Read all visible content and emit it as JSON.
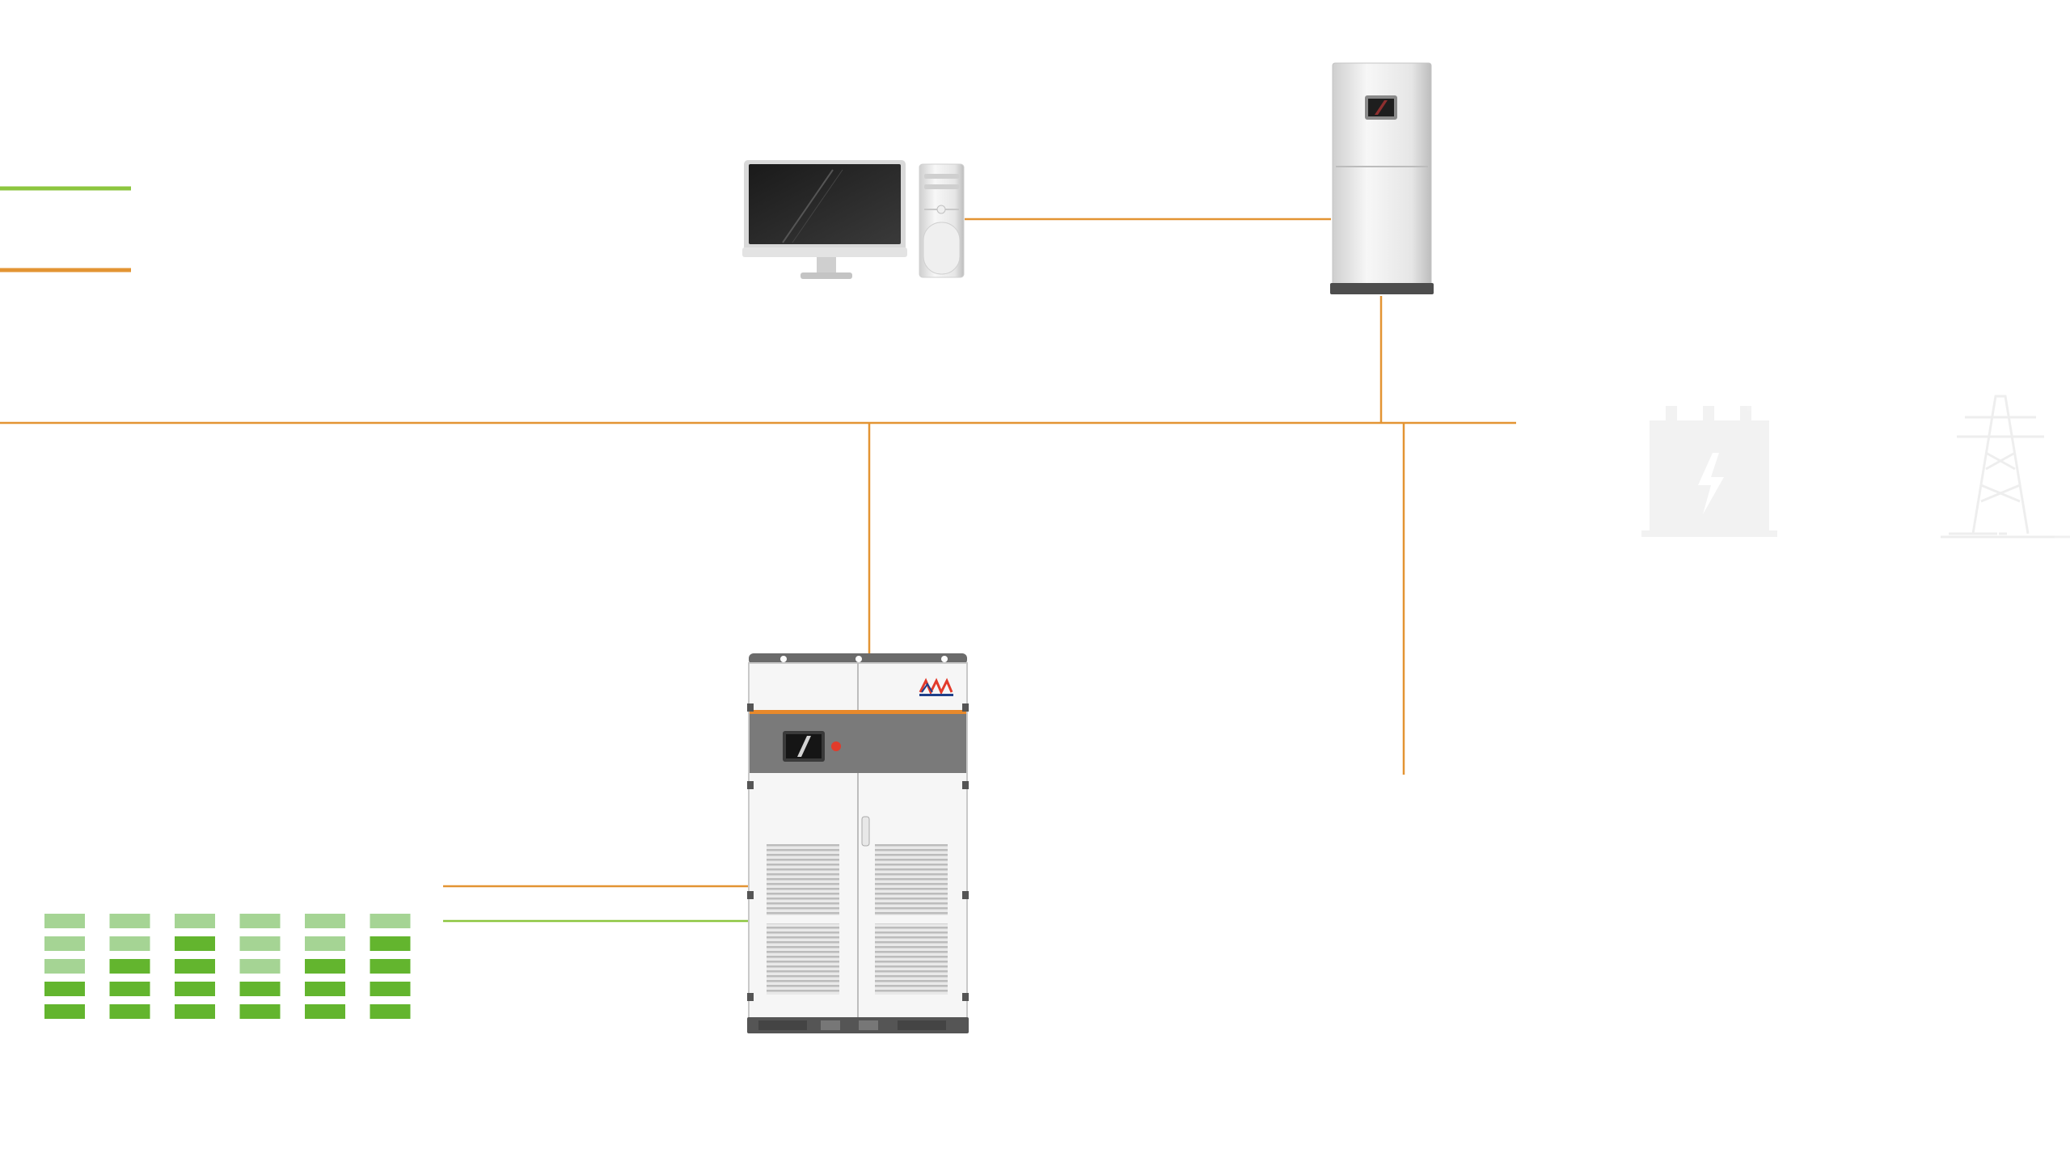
{
  "colors": {
    "background": "#ffffff",
    "comm_line": "#E39433",
    "dc_line": "#8CC63F",
    "battery_light": "#A5D494",
    "battery_dark": "#63B52E",
    "accent_orange": "#E8892B",
    "indicator_red": "#E23B2B",
    "cabinet_gray": "#7A7A7A",
    "panel_white": "#F4F4F4"
  },
  "legend": {
    "items": [
      {
        "id": "dc",
        "color": "#8CC63F"
      },
      {
        "id": "comm",
        "color": "#E39433"
      }
    ]
  },
  "devices": {
    "computer": {
      "icon": "desktop-computer-icon"
    },
    "controller": {
      "icon": "ems-controller-cabinet-icon"
    },
    "pcs": {
      "icon": "pcs-inverter-cabinet-icon"
    },
    "transformer": {
      "icon": "transformer-icon",
      "faded": true
    },
    "grid_tower": {
      "icon": "power-tower-icon",
      "faded": true
    },
    "battery": {
      "icon": "battery-rack-icon",
      "columns": 6,
      "levels": [
        [
          "light",
          "light",
          "light",
          "dark",
          "dark"
        ],
        [
          "light",
          "light",
          "dark",
          "dark",
          "dark"
        ],
        [
          "light",
          "dark",
          "dark",
          "dark",
          "dark"
        ],
        [
          "light",
          "light",
          "light",
          "dark",
          "dark"
        ],
        [
          "light",
          "light",
          "dark",
          "dark",
          "dark"
        ],
        [
          "light",
          "dark",
          "dark",
          "dark",
          "dark"
        ]
      ]
    }
  }
}
